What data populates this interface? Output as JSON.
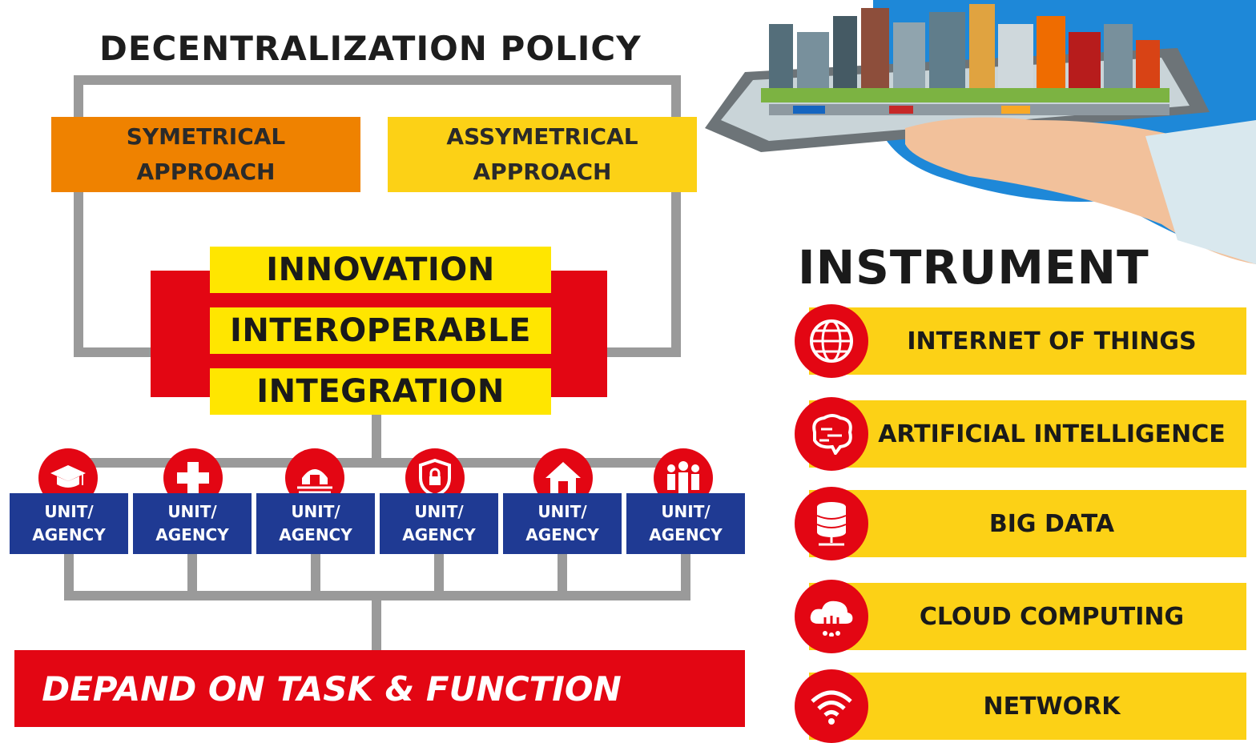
{
  "title": "DECENTRALIZATION POLICY",
  "approaches": [
    {
      "line1": "SYMETRICAL",
      "line2": "APPROACH",
      "color": "#ef8200"
    },
    {
      "line1": "ASSYMETRICAL",
      "line2": "APPROACH",
      "color": "#fcd116"
    }
  ],
  "pillars": [
    "INNOVATION",
    "INTEROPERABLE",
    "INTEGRATION"
  ],
  "units": [
    {
      "line1": "UNIT/",
      "line2": "AGENCY",
      "icon": "graduation-cap-icon"
    },
    {
      "line1": "UNIT/",
      "line2": "AGENCY",
      "icon": "medical-cross-icon"
    },
    {
      "line1": "UNIT/",
      "line2": "AGENCY",
      "icon": "farm-icon"
    },
    {
      "line1": "UNIT/",
      "line2": "AGENCY",
      "icon": "security-shield-icon"
    },
    {
      "line1": "UNIT/",
      "line2": "AGENCY",
      "icon": "house-icon"
    },
    {
      "line1": "UNIT/",
      "line2": "AGENCY",
      "icon": "people-icon"
    }
  ],
  "bottom": "DEPAND ON TASK & FUNCTION",
  "instrument": {
    "title": "INSTRUMENT",
    "items": [
      {
        "label": "INTERNET OF THINGS",
        "icon": "globe-icon"
      },
      {
        "label": "ARTIFICIAL INTELLIGENCE",
        "icon": "brain-icon"
      },
      {
        "label": "BIG DATA",
        "icon": "database-icon"
      },
      {
        "label": "CLOUD COMPUTING",
        "icon": "cloud-icon"
      },
      {
        "label": "NETWORK",
        "icon": "wifi-icon"
      }
    ]
  },
  "colors": {
    "red": "#e30613",
    "yellow": "#ffe600",
    "orange": "#ef8200",
    "gold": "#fcd116",
    "navy": "#1f3a93",
    "connector": "#9a9a9a"
  }
}
